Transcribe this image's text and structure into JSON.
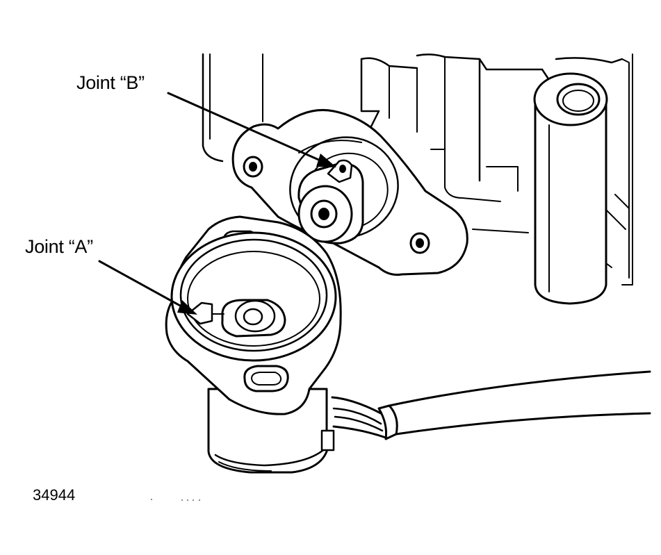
{
  "labels": {
    "joint_b": "Joint “B”",
    "joint_a": "Joint “A”"
  },
  "figure_number": "34944",
  "colors": {
    "ink": "#000000",
    "paper": "#ffffff"
  }
}
